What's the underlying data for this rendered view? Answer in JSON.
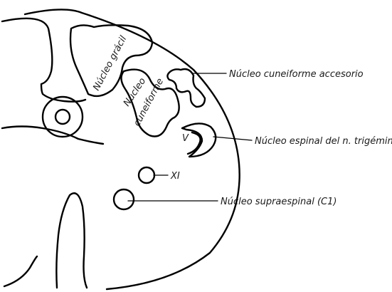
{
  "labels": {
    "nucleo_gracil": "Núcleo grácil",
    "nucleo_word": "Núcleo",
    "cuneiforme_word": "cuneiforme",
    "v_label": "V",
    "cuneiforme_accesorio": "Núcleo cuneiforme accesorio",
    "espinal_trigemino": "Núcleo espinal del n. trigémino",
    "xi_label": "XI",
    "supraespinal": "Núcleo supraespinal (C1)"
  }
}
